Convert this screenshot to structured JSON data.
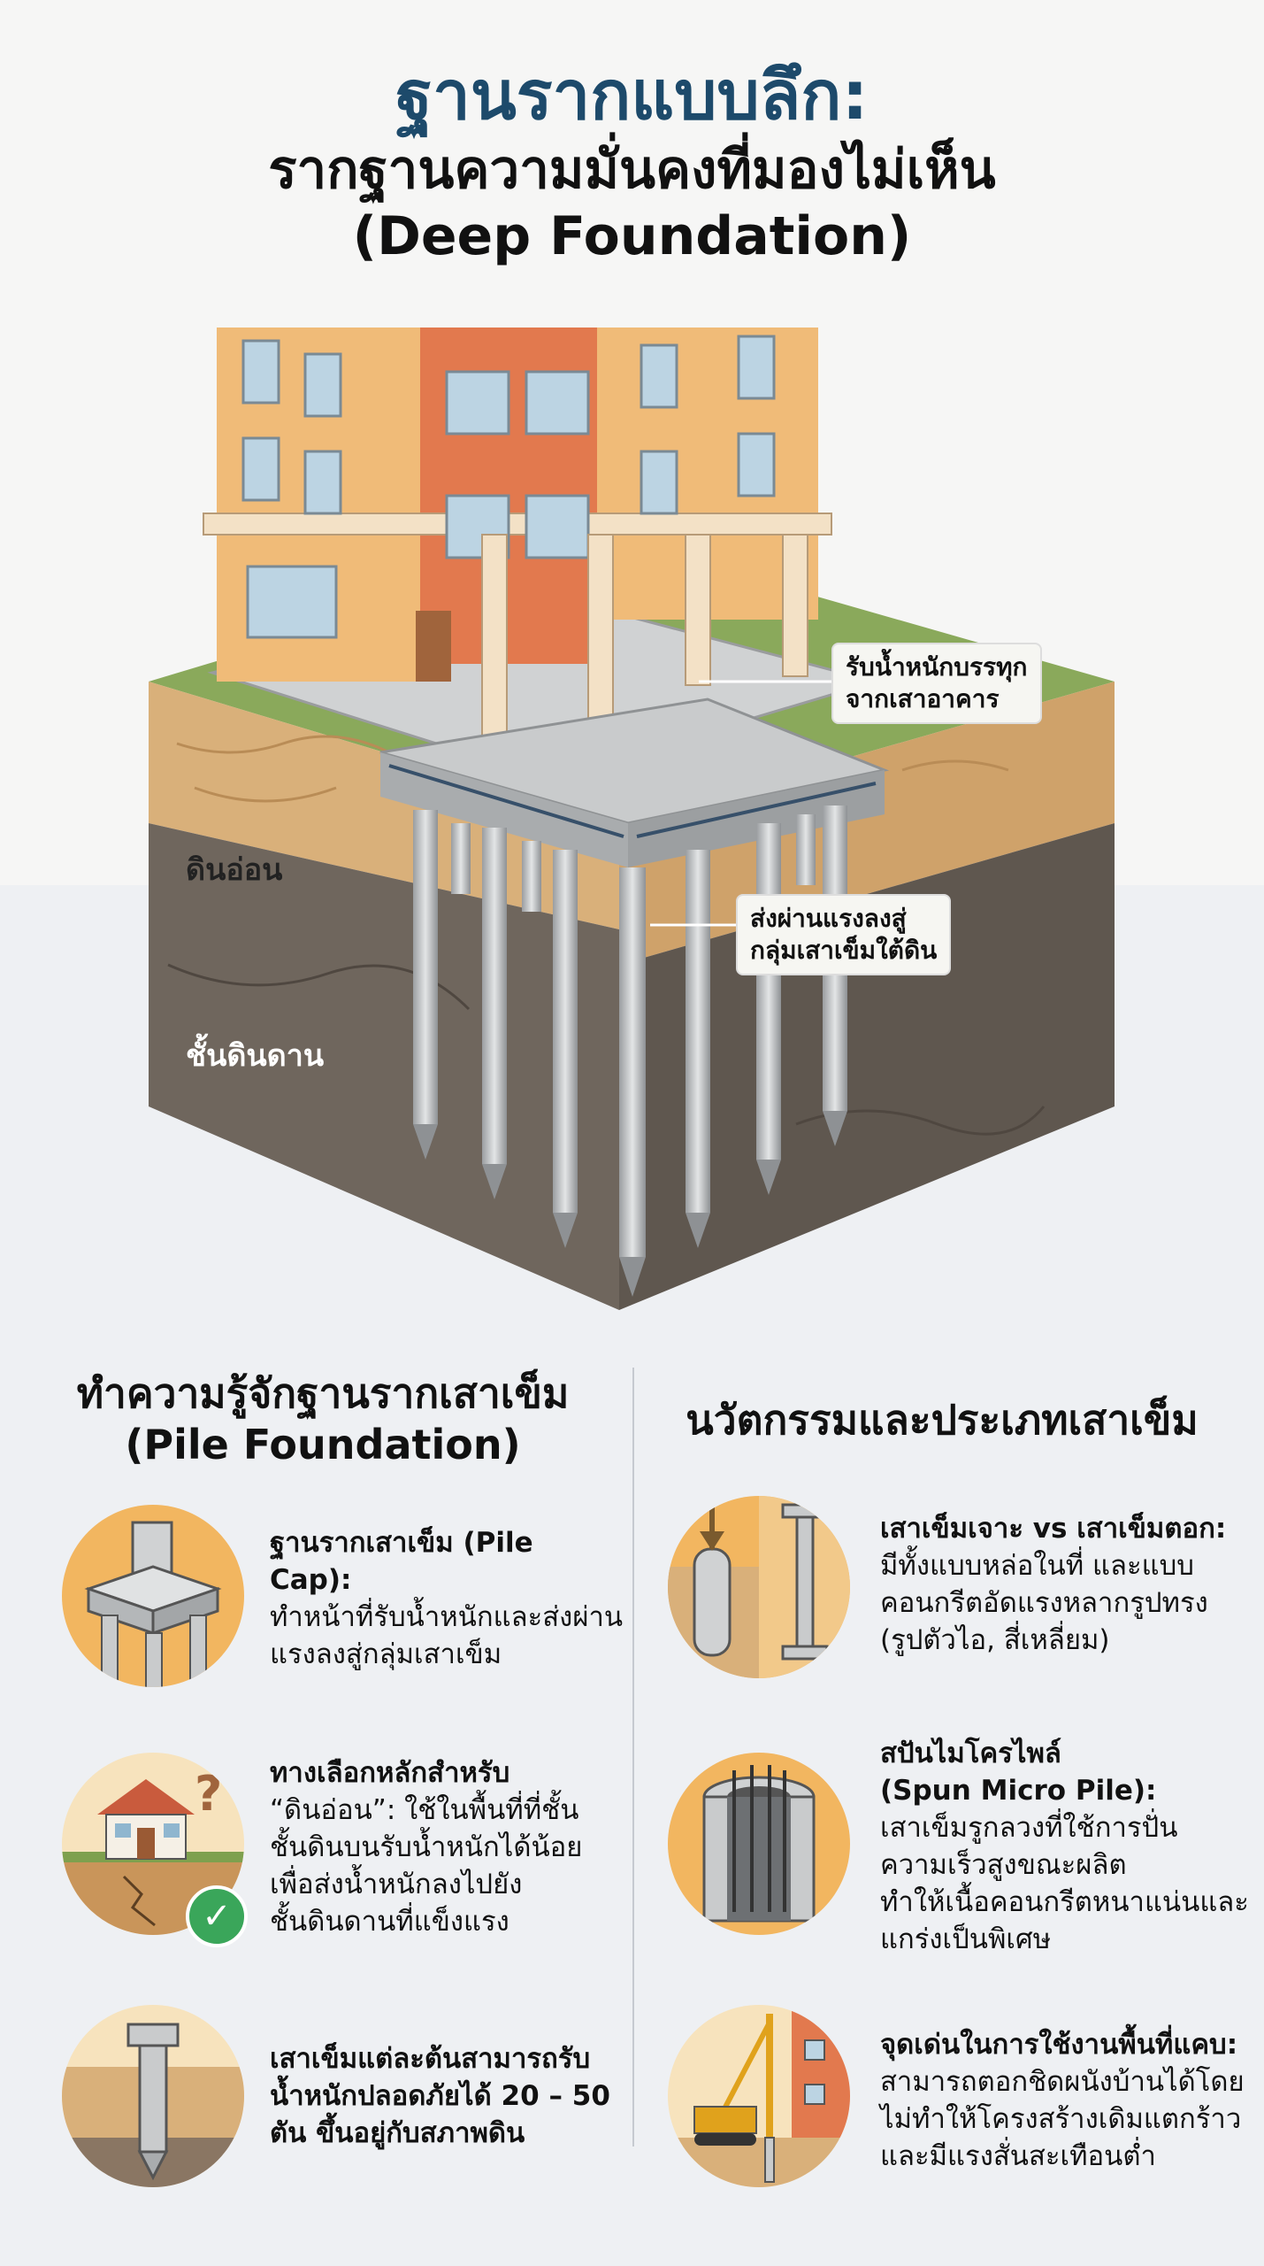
{
  "header": {
    "title_main": "ฐานรากแบบลึก:",
    "title_sub": "รากฐานความมั่นคงที่มองไม่เห็น",
    "title_en": "(Deep Foundation)"
  },
  "diagram": {
    "label_soft_soil": "ดินอ่อน",
    "label_hard_soil": "ชั้นดินดาน",
    "callout_column_load": [
      "รับน้ำหนักบรรทุก",
      "จากเสาอาคาร"
    ],
    "callout_pile_transfer": [
      "ส่งผ่านแรงลงสู่",
      "กลุ่มเสาเข็มใต้ดิน"
    ]
  },
  "left_column": {
    "title_line1": "ทำความรู้จักฐานรากเสาเข็ม",
    "title_line2": "(Pile Foundation)",
    "items": [
      {
        "lines": [
          "ฐานรากเสาเข็ม (Pile Cap):",
          "ทำหน้าที่รับน้ำหนักและส่งผ่าน",
          "แรงลงสู่กลุ่มเสาเข็ม"
        ],
        "icon": "pile-cap-icon"
      },
      {
        "lines": [
          "ทางเลือกหลักสำหรับ",
          "“ดินอ่อน”: ใช้ในพื้นที่ที่ชั้น",
          "ชั้นดินบนรับน้ำหนักได้น้อย",
          "เพื่อส่งน้ำหนักลงไปยัง",
          "ชั้นดินดานที่แข็งแรง"
        ],
        "icon": "house-soft-soil-icon"
      },
      {
        "lines": [
          "เสาเข็มแต่ละต้นสามารถรับ",
          "น้ำหนักปลอดภัยได้ 20 – 50",
          "ตัน ขึ้นอยู่กับสภาพดิน"
        ],
        "icon": "single-pile-icon"
      }
    ]
  },
  "right_column": {
    "title_line1": "นวัตกรรมและประเภทเสาเข็ม",
    "items": [
      {
        "lines": [
          "เสาเข็มเจาะ vs เสาเข็มตอก:",
          "มีทั้งแบบหล่อในที่ และแบบ",
          "คอนกรีตอัดแรงหลากรูปทรง",
          "(รูปตัวไอ, สี่เหลี่ยม)"
        ],
        "icon": "bored-vs-driven-pile-icon"
      },
      {
        "lines": [
          "สปันไมโครไพล์",
          "(Spun Micro Pile):",
          "เสาเข็มรูกลวงที่ใช้การปั่น",
          "ความเร็วสูงขณะผลิต",
          "ทำให้เนื้อคอนกรีตหนาแน่นและ",
          "แกร่งเป็นพิเศษ"
        ],
        "icon": "spun-micro-pile-icon"
      },
      {
        "lines": [
          "จุดเด่นในการใช้งานพื้นที่แคบ:",
          "สามารถตอกชิดผนังบ้านได้โดย",
          "ไม่ทำให้โครงสร้างเดิมแตกร้าว",
          "และมีแรงสั่นสะเทือนต่ำ"
        ],
        "icon": "pile-driving-rig-icon"
      }
    ]
  },
  "colors": {
    "title_blue": "#1d4a6b",
    "soft_soil": "#d9b07a",
    "hard_soil": "#6f665d",
    "grass": "#8aa95b",
    "concrete": "#c9cbcc",
    "icon_bg": "#f2b660"
  }
}
